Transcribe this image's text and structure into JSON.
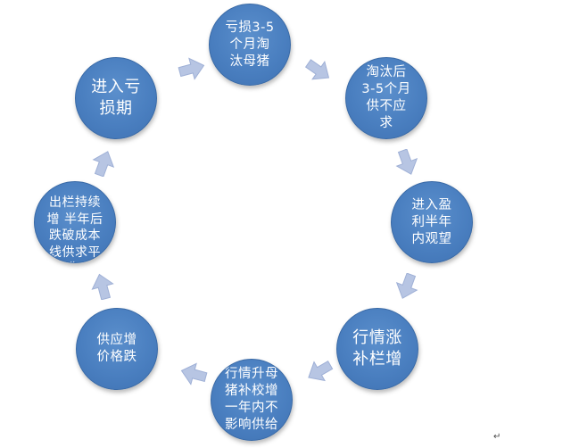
{
  "nodes": [
    {
      "id": "loss-cull-sows",
      "text": "亏损3-5\n个月淘\n汰母猪"
    },
    {
      "id": "undersupply",
      "text": "淘汰后\n3-5个月\n供不应\n求"
    },
    {
      "id": "profit-wait",
      "text": "进入盈\n利半年\n内观望"
    },
    {
      "id": "price-rise",
      "text": "行情涨\n补栏增"
    },
    {
      "id": "supply-unaffected",
      "text": "行情升母\n猪补校增\n一年内不\n影响供给"
    },
    {
      "id": "oversupply",
      "text": "供应增\n价格跌"
    },
    {
      "id": "below-cost",
      "text": "出栏持续\n增 半年后\n跌破成本\n线供求平\n衡"
    },
    {
      "id": "enter-loss",
      "text": "进入亏\n损期"
    }
  ],
  "colors": {
    "node_fill": "#4a7fc0",
    "arrow_fill": "#b7c5e3",
    "arrow_stroke": "#9fb0d6"
  },
  "arrow_icon": "chevron-arrow",
  "footer_mark": "↵"
}
